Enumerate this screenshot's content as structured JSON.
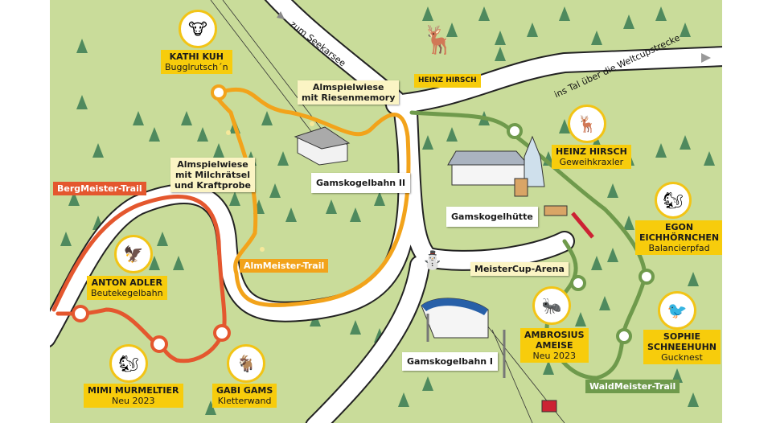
{
  "roads": {
    "seekarsee": "zum Seekarsee",
    "weltcup": "ins Tal über die Weltcupstrecke"
  },
  "trails": {
    "bergmeister": "BergMeister-Trail",
    "almmeister": "AlmMeister-Trail",
    "waldmeister": "WaldMeister-Trail"
  },
  "places": {
    "riesenmemory": [
      "Almspielwiese",
      "mit Riesenmemory"
    ],
    "milchraetsel": [
      "Almspielwiese",
      "mit Milchrätsel",
      "und Kraftprobe"
    ],
    "bahn2": "Gamskogelbahn II",
    "bahn1": "Gamskogelbahn I",
    "huette": "Gamskogelhütte",
    "arena": "MeisterCup-Arena"
  },
  "characters": {
    "kathi": {
      "name": "KATHI KUH",
      "sub": "Bugglrutsch´n"
    },
    "heinz_flying": {
      "name": "HEINZ HIRSCH"
    },
    "heinz": {
      "name": "HEINZ HIRSCH",
      "sub": "Geweihkraxler"
    },
    "egon": {
      "name1": "EGON",
      "name2": "EICHHÖRNCHEN",
      "sub": "Balancierpfad"
    },
    "anton": {
      "name": "ANTON ADLER",
      "sub": "Beutekegelbahn"
    },
    "ambrosius": {
      "name1": "AMBROSIUS",
      "name2": "AMEISE",
      "sub": "Neu 2023"
    },
    "sophie": {
      "name1": "SOPHIE",
      "name2": "SCHNEEHUHN",
      "sub": "Gucknest"
    },
    "mimi": {
      "name": "MIMI MURMELTIER",
      "sub": "Neu 2023"
    },
    "gabi": {
      "name": "GABI GAMS",
      "sub": "Kletterwand"
    }
  },
  "colors": {
    "grass": "#c9dc9a",
    "berg": "#e4572e",
    "alm": "#f2a31b",
    "wald": "#6f9a4c",
    "label": "#f7cc0c"
  }
}
